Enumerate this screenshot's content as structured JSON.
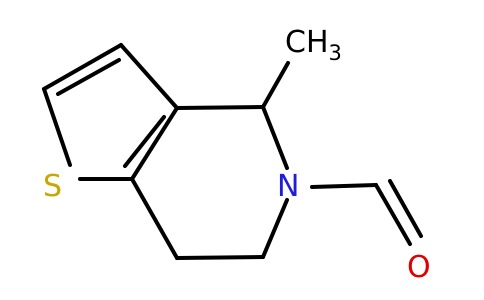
{
  "molecule": {
    "atoms": {
      "sulfur": {
        "symbol": "S",
        "color": "#c8a800"
      },
      "nitrogen": {
        "symbol": "N",
        "color": "#1f1fd6"
      },
      "oxygen": {
        "symbol": "O",
        "color": "#e00000"
      },
      "methyl": {
        "symbol": "CH",
        "subscript": "3",
        "color": "#000000"
      }
    },
    "bond_color": "#000000"
  }
}
